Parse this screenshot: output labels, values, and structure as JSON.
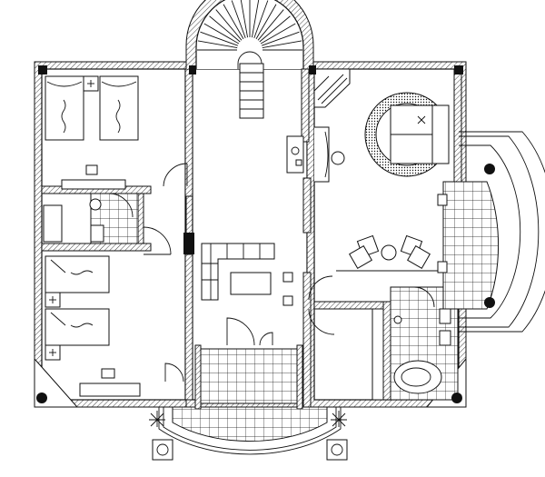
{
  "plan": {
    "rooms": [
      {
        "id": "bedroom-1",
        "kind": "bedroom"
      },
      {
        "id": "bedroom-2",
        "kind": "bedroom"
      },
      {
        "id": "bathroom-left",
        "kind": "bathroom"
      },
      {
        "id": "master-bedroom",
        "kind": "bedroom"
      },
      {
        "id": "master-bathroom",
        "kind": "bathroom"
      },
      {
        "id": "hall",
        "kind": "hall"
      },
      {
        "id": "living-area",
        "kind": "living"
      },
      {
        "id": "stair",
        "kind": "spiral-stair"
      },
      {
        "id": "balcony-right",
        "kind": "balcony"
      },
      {
        "id": "terrace-bottom",
        "kind": "terrace"
      }
    ],
    "colors": {
      "line": "#111111",
      "background": "#ffffff"
    }
  }
}
